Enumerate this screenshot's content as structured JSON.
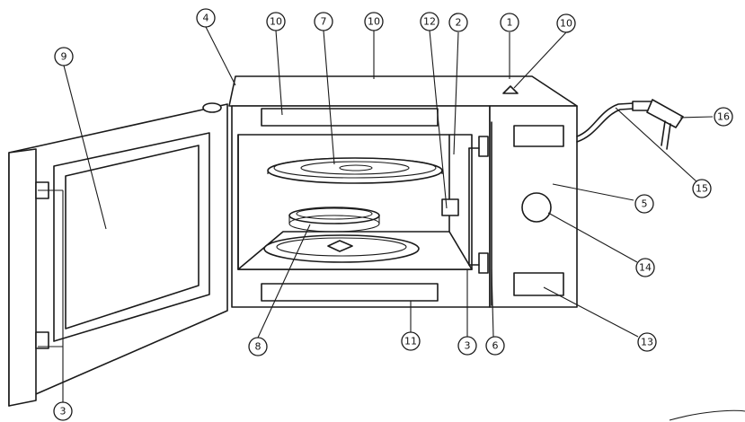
{
  "callouts": [
    {
      "id": "c1",
      "label": "1"
    },
    {
      "id": "c2",
      "label": "2"
    },
    {
      "id": "c3a",
      "label": "3"
    },
    {
      "id": "c3b",
      "label": "3"
    },
    {
      "id": "c4",
      "label": "4"
    },
    {
      "id": "c5",
      "label": "5"
    },
    {
      "id": "c6",
      "label": "6"
    },
    {
      "id": "c7",
      "label": "7"
    },
    {
      "id": "c8",
      "label": "8"
    },
    {
      "id": "c9",
      "label": "9"
    },
    {
      "id": "c10a",
      "label": "10"
    },
    {
      "id": "c10b",
      "label": "10"
    },
    {
      "id": "c10c",
      "label": "10"
    },
    {
      "id": "c11",
      "label": "11"
    },
    {
      "id": "c12",
      "label": "12"
    },
    {
      "id": "c13",
      "label": "13"
    },
    {
      "id": "c14",
      "label": "14"
    },
    {
      "id": "c15",
      "label": "15"
    },
    {
      "id": "c16",
      "label": "16"
    }
  ]
}
